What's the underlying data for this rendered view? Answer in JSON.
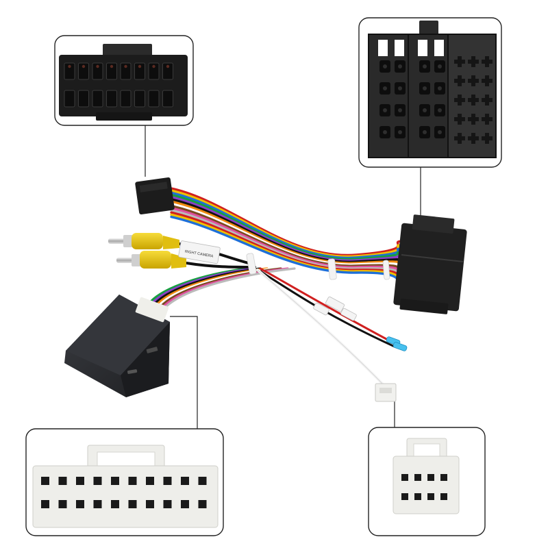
{
  "callouts": [
    {
      "id": "connector-16pin-black",
      "color": "#1a1a1a"
    },
    {
      "id": "connector-iso-black",
      "color": "#1f1f1f"
    },
    {
      "id": "connector-20pin-white",
      "color": "#eeeeea"
    },
    {
      "id": "connector-small-white",
      "color": "#eeeeea"
    }
  ],
  "harness": {
    "rca_plug_color": "#e6c200",
    "control_box_color": "#2b2d31",
    "wire_colors": [
      "#d02020",
      "#f0c000",
      "#1e6fd8",
      "#16a040",
      "#8a3fc8",
      "#111111",
      "#f08a10",
      "#ffffff",
      "#7a4a20",
      "#e050a0",
      "#bbbbbb"
    ]
  },
  "labels": {
    "camera_tag": "RIGHT CAMERA"
  }
}
